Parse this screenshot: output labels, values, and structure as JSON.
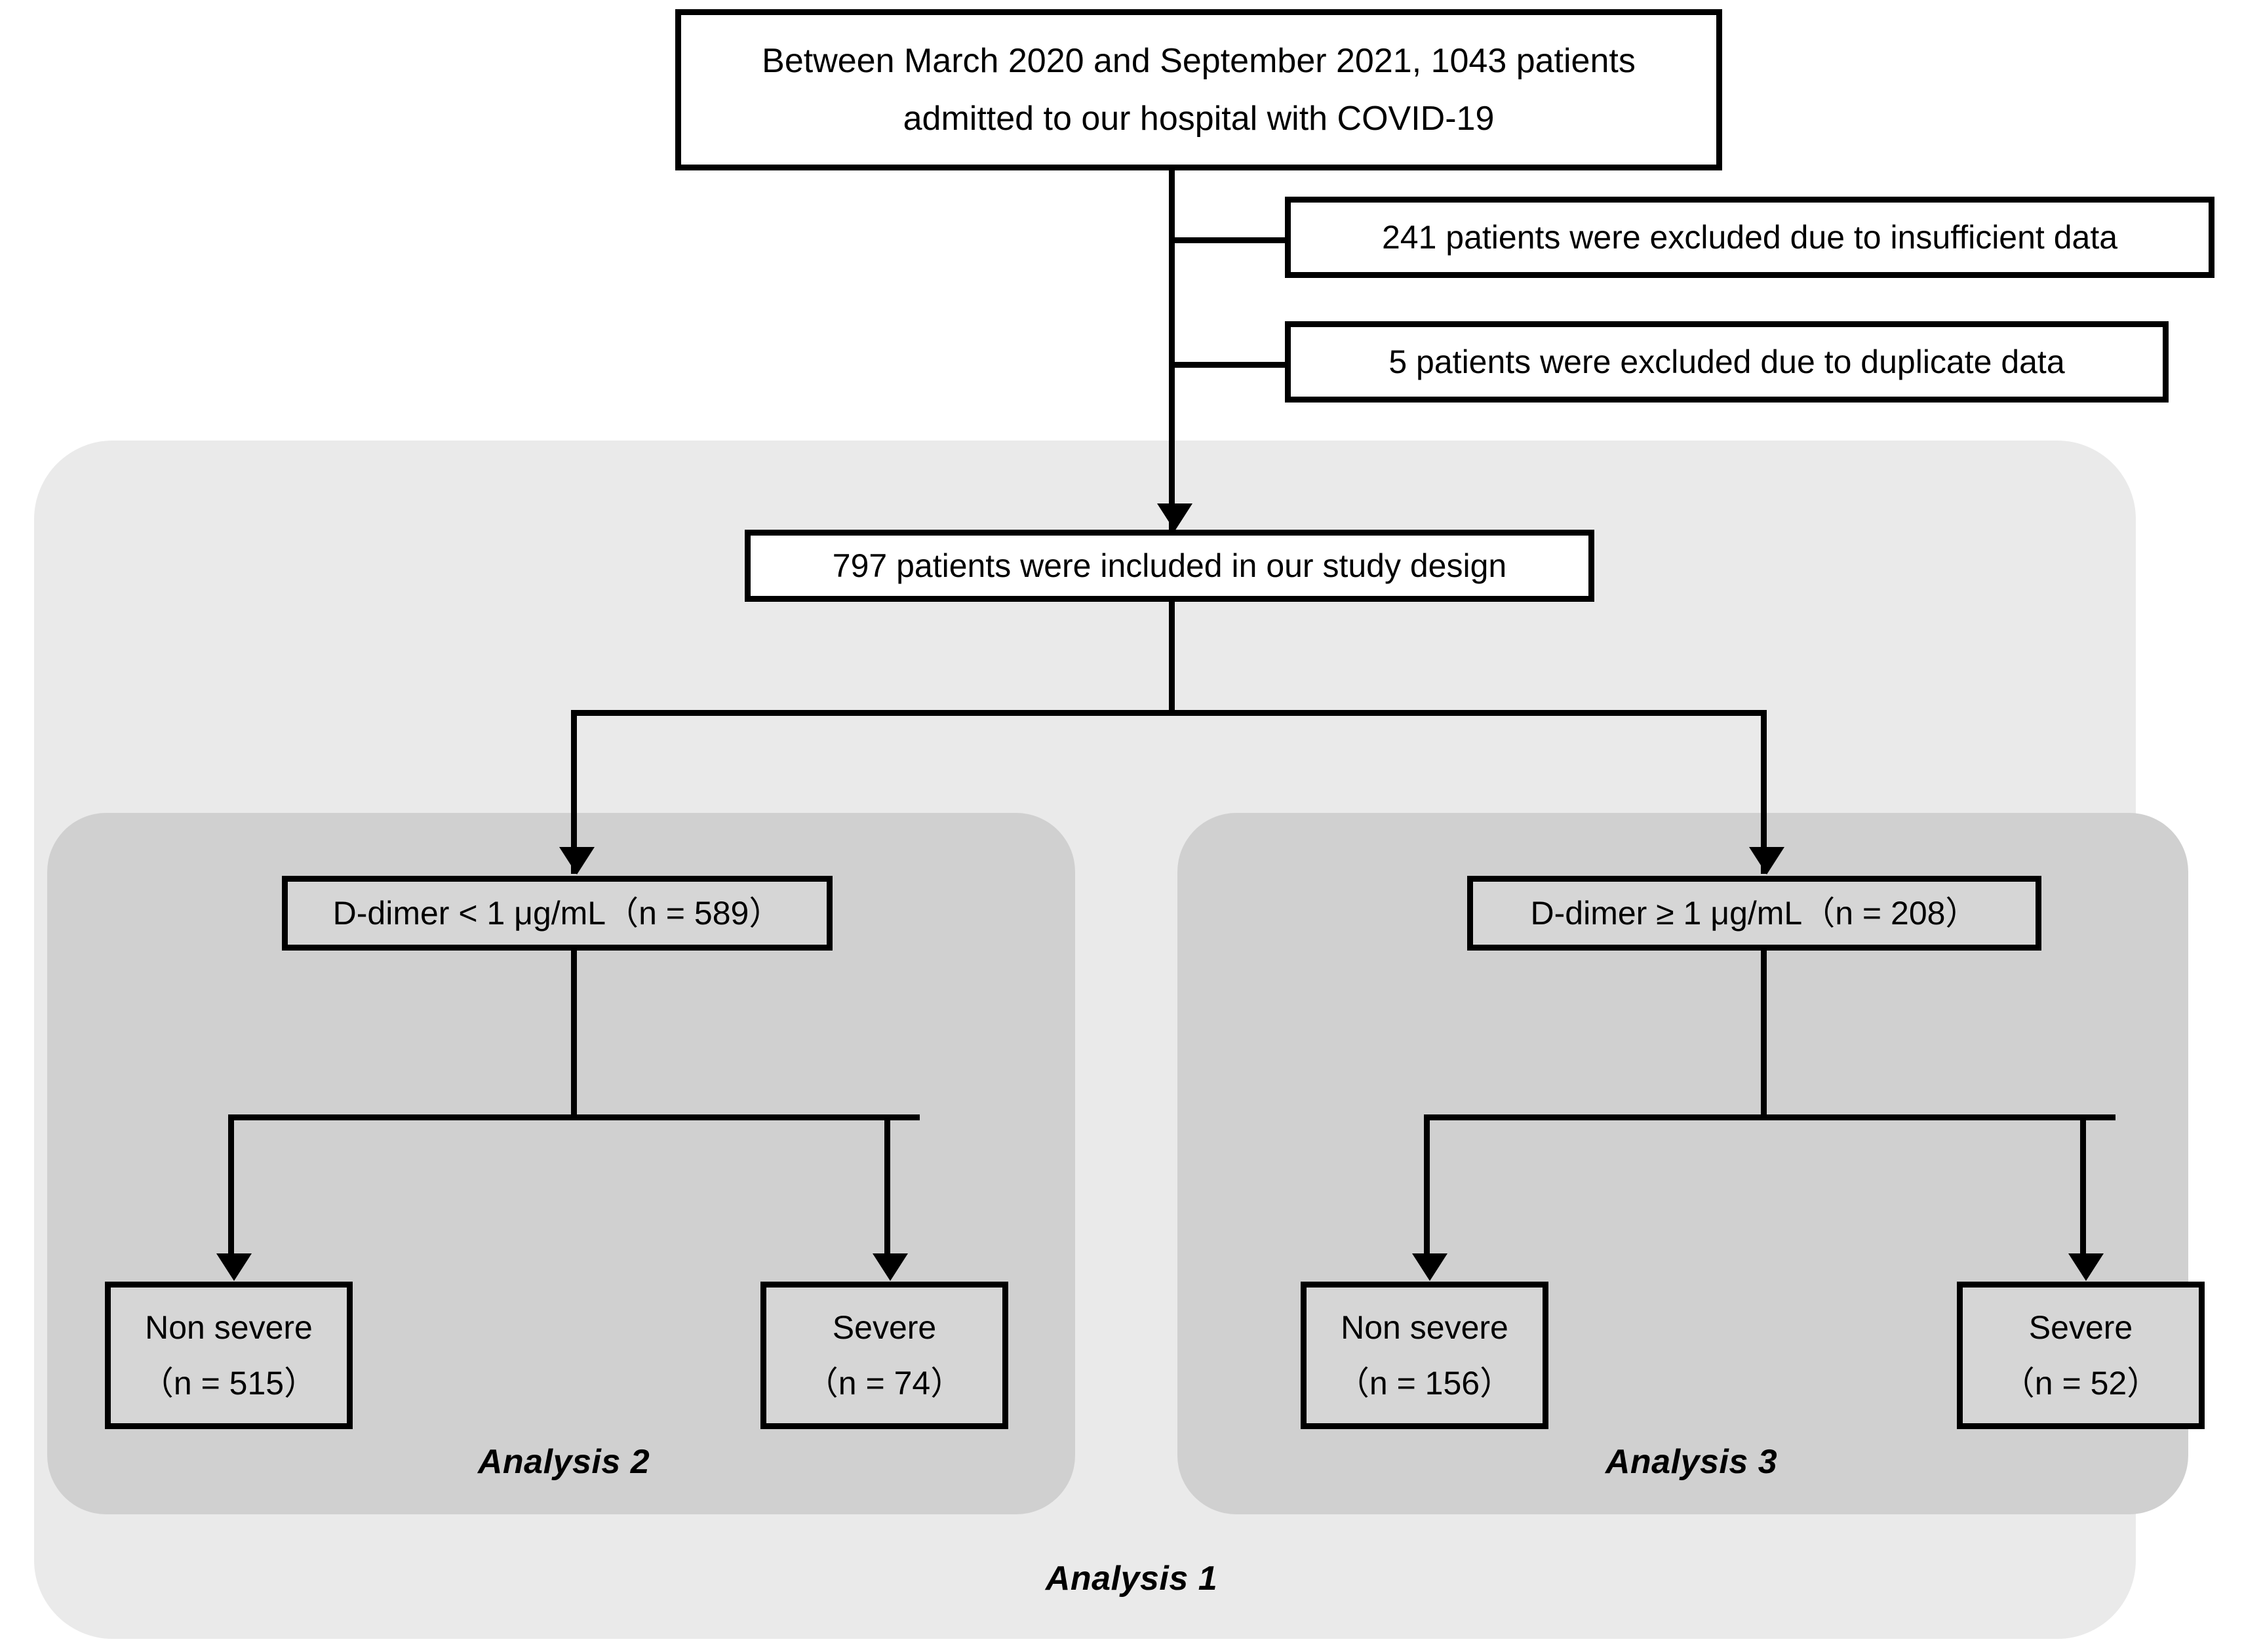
{
  "diagram": {
    "title": "COVID-19 patient study flow diagram",
    "colors": {
      "outer_panel": "#eaeaea",
      "inner_panel": "#d0d0d0",
      "box_border": "#000000",
      "box_fill_white": "#ffffff",
      "box_fill_shaded": "#d6d6d6",
      "text": "#000000"
    },
    "nodes": {
      "enrollment": {
        "line1": "Between March 2020 and September 2021, 1043 patients",
        "line2": "admitted to our hospital with COVID-19"
      },
      "exclusion_insufficient": "241 patients were excluded due to insufficient data",
      "exclusion_duplicate": "5 patients were excluded due to duplicate data",
      "included": "797 patients were included in our study design",
      "ddimer_low": "D-dimer < 1 μg/mL（n = 589）",
      "ddimer_high": "D-dimer ≥ 1 μg/mL（n = 208）",
      "low_non_severe": {
        "label": "Non severe",
        "count": "（n = 515）"
      },
      "low_severe": {
        "label": "Severe",
        "count": "（n = 74）"
      },
      "high_non_severe": {
        "label": "Non severe",
        "count": "（n = 156）"
      },
      "high_severe": {
        "label": "Severe",
        "count": "（n = 52）"
      }
    },
    "panels": {
      "analysis_1": "Analysis 1",
      "analysis_2": "Analysis 2",
      "analysis_3": "Analysis 3"
    }
  }
}
